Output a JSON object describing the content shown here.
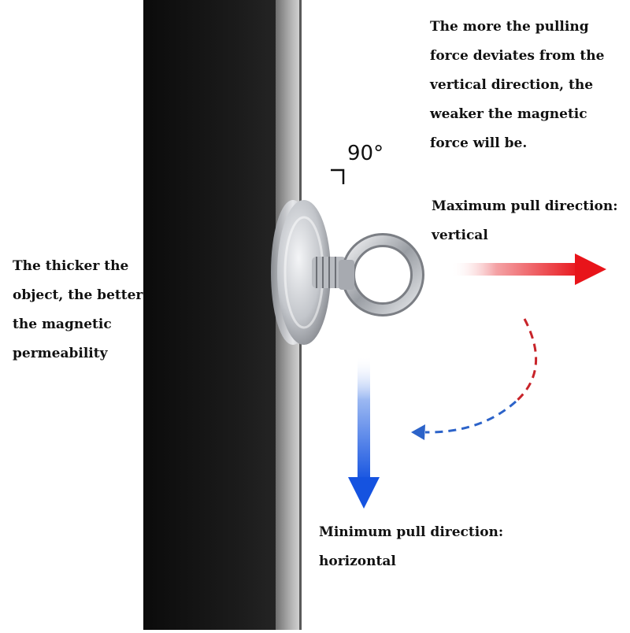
{
  "top_note": {
    "lines": [
      "The more the pulling",
      "force deviates from the",
      "vertical direction, the",
      "weaker the magnetic",
      "force will be."
    ]
  },
  "left_note": {
    "lines": [
      "The thicker the",
      "object, the better",
      "the magnetic",
      "permeability"
    ]
  },
  "max_pull": {
    "lines": [
      "Maximum pull direction:",
      "vertical"
    ],
    "color": "#e8141a"
  },
  "min_pull": {
    "lines": [
      "Minimum pull direction:",
      "horizontal"
    ],
    "color": "#1553e0"
  },
  "angle_label": "90°",
  "colors": {
    "beam": "#141414",
    "beam_edge": "#8c8c8c",
    "magnet": "#c9ccd1",
    "dashed_arc_start": "#c8242a",
    "dashed_arc_end": "#2c63c9"
  },
  "icons": {
    "object": "steel-beam",
    "magnet": "eyebolt-magnet-icon",
    "max_arrow": "arrow-right-icon",
    "min_arrow": "arrow-down-icon",
    "rotation": "curved-dashed-arrow-icon"
  }
}
